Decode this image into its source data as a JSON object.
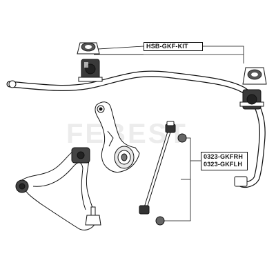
{
  "labels": {
    "stabilizer_bushing_kit": "HSB-GKF-KIT",
    "link_right": "0323-GKFRH",
    "link_left": "0323-GKFLH"
  },
  "watermark": "FEBEST",
  "colors": {
    "line": "#111111",
    "part_fill": "#ffffff",
    "rubber": "#333333",
    "watermark": "#9a9a9a"
  }
}
